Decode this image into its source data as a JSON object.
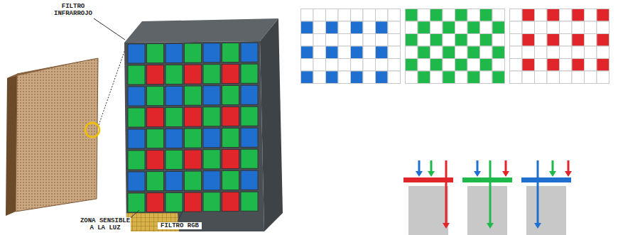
{
  "diagram": {
    "labels": [
      "FILTRO INFRARROJO",
      "ZONA SENSIBLE A LA LUZ",
      "FILTRO RGB"
    ]
  }
}
